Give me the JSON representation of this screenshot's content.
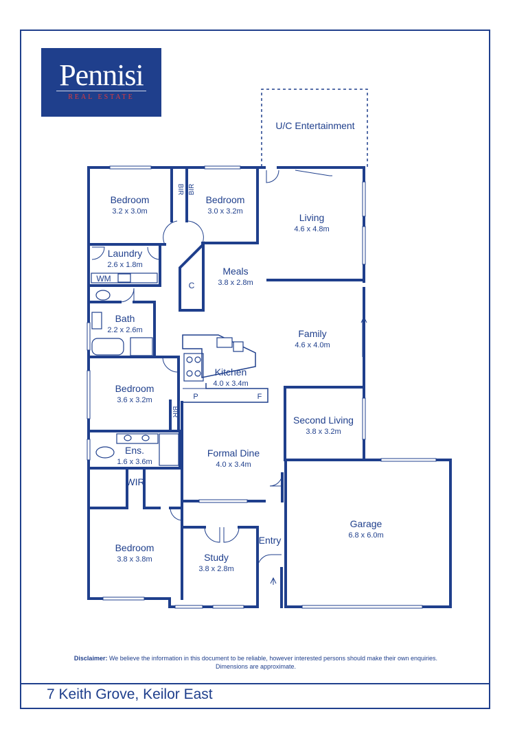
{
  "logo": {
    "name": "Pennisi",
    "subtitle": "REAL ESTATE"
  },
  "rooms": [
    {
      "id": "bedroom-1",
      "name": "Bedroom",
      "dims": "3.2 x 3.0m"
    },
    {
      "id": "bedroom-2",
      "name": "Bedroom",
      "dims": "3.0 x 3.2m"
    },
    {
      "id": "living",
      "name": "Living",
      "dims": "4.6 x 4.8m"
    },
    {
      "id": "uc-entertainment",
      "name": "U/C Entertainment",
      "dims": ""
    },
    {
      "id": "laundry",
      "name": "Laundry",
      "dims": "2.6 x 1.8m"
    },
    {
      "id": "meals",
      "name": "Meals",
      "dims": "3.8 x 2.8m"
    },
    {
      "id": "bath",
      "name": "Bath",
      "dims": "2.2 x 2.6m"
    },
    {
      "id": "family",
      "name": "Family",
      "dims": "4.6 x 4.0m"
    },
    {
      "id": "kitchen",
      "name": "Kitchen",
      "dims": "4.0 x 3.4m"
    },
    {
      "id": "bedroom-3",
      "name": "Bedroom",
      "dims": "3.6 x 3.2m"
    },
    {
      "id": "second-living",
      "name": "Second Living",
      "dims": "3.8 x 3.2m"
    },
    {
      "id": "ensuite",
      "name": "Ens.",
      "dims": "1.6 x 3.6m"
    },
    {
      "id": "formal-dine",
      "name": "Formal Dine",
      "dims": "4.0 x 3.4m"
    },
    {
      "id": "garage",
      "name": "Garage",
      "dims": "6.8 x 6.0m"
    },
    {
      "id": "bedroom-4",
      "name": "Bedroom",
      "dims": "3.8 x 3.8m"
    },
    {
      "id": "study",
      "name": "Study",
      "dims": "3.8 x 2.8m"
    },
    {
      "id": "entry",
      "name": "Entry",
      "dims": ""
    }
  ],
  "small_labels": {
    "bir_1": "BIR",
    "bir_2": "BIR",
    "bir_3": "BIR",
    "wm": "WM",
    "cupboard": "C",
    "pantry": "P",
    "fridge": "F",
    "wir": "WIR"
  },
  "disclaimer": {
    "label": "Disclaimer:",
    "text": " We believe the information in this document to be reliable, however interested persons should make their own enquiries.",
    "line2": "Dimensions are approximate."
  },
  "address": "7 Keith Grove, Keilor East",
  "colors": {
    "brand": "#1f3f8c",
    "logo_accent": "#e23a3a",
    "background": "#ffffff"
  }
}
